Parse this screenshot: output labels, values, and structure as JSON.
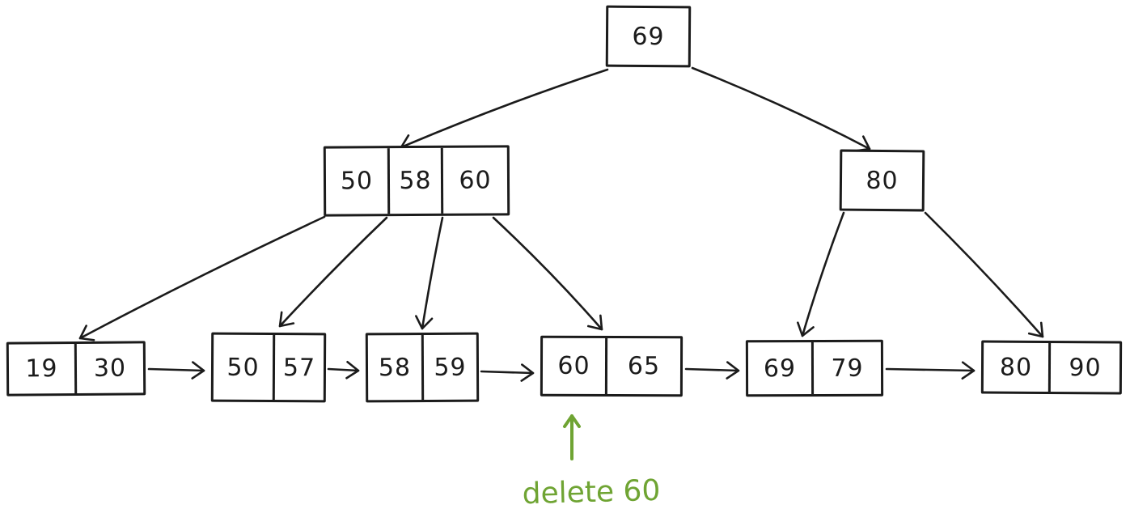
{
  "diagram": {
    "type": "b-plus-tree",
    "nodes": {
      "root": {
        "keys": [
          "69"
        ]
      },
      "internal_left": {
        "keys": [
          "50",
          "58",
          "60"
        ]
      },
      "internal_right": {
        "keys": [
          "80"
        ]
      },
      "leaf_0": {
        "keys": [
          "19",
          "30"
        ]
      },
      "leaf_1": {
        "keys": [
          "50",
          "57"
        ]
      },
      "leaf_2": {
        "keys": [
          "58",
          "59"
        ]
      },
      "leaf_3": {
        "keys": [
          "60",
          "65"
        ]
      },
      "leaf_4": {
        "keys": [
          "69",
          "79"
        ]
      },
      "leaf_5": {
        "keys": [
          "80",
          "90"
        ]
      }
    },
    "leaf_chain_order": [
      "leaf_0",
      "leaf_1",
      "leaf_2",
      "leaf_3",
      "leaf_4",
      "leaf_5"
    ],
    "annotation": {
      "label": "delete 60",
      "points_at_node": "leaf_3",
      "points_at_key": "60"
    },
    "colors": {
      "ink": "#1b1b1b",
      "annotation_green": "#6fa433",
      "background": "#ffffff"
    }
  }
}
